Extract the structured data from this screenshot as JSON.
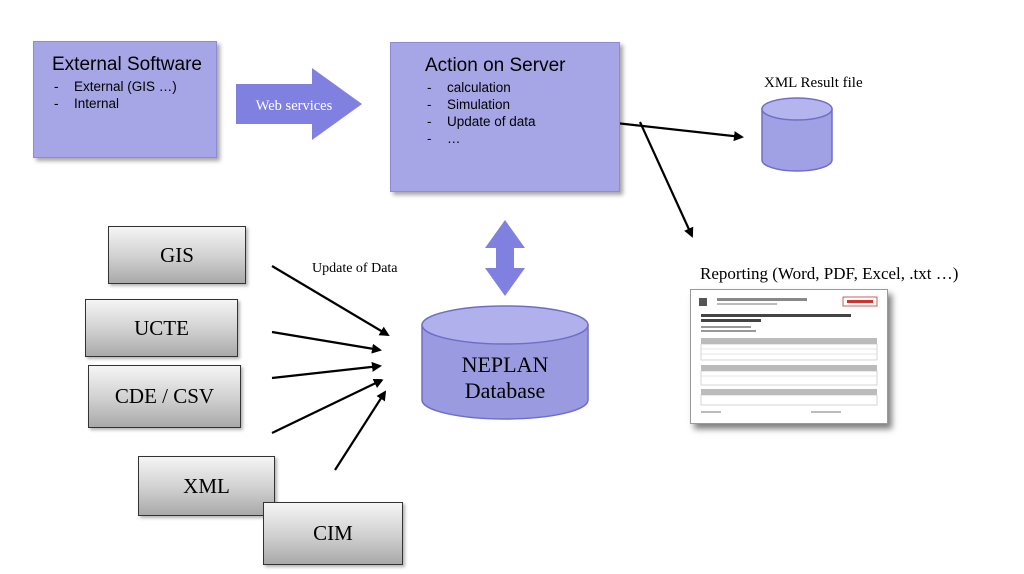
{
  "external_software": {
    "title": "External Software",
    "items": [
      "External (GIS …)",
      "Internal"
    ]
  },
  "web_services_label": "Web services",
  "action_on_server": {
    "title": "Action on Server",
    "items": [
      "calculation",
      "Simulation",
      "Update of data",
      "…"
    ]
  },
  "xml_result_label": "XML Result file",
  "reporting_label": "Reporting (Word, PDF, Excel, .txt …)",
  "update_of_data_label": "Update of Data",
  "database": {
    "line1": "NEPLAN",
    "line2": "Database"
  },
  "sources": [
    "GIS",
    "UCTE",
    "CDE / CSV",
    "XML",
    "CIM"
  ],
  "colors": {
    "box_fill": "#a6a6e6",
    "arrow_fill": "#8080e0",
    "cylinder_fill": "#9a9ae0"
  }
}
